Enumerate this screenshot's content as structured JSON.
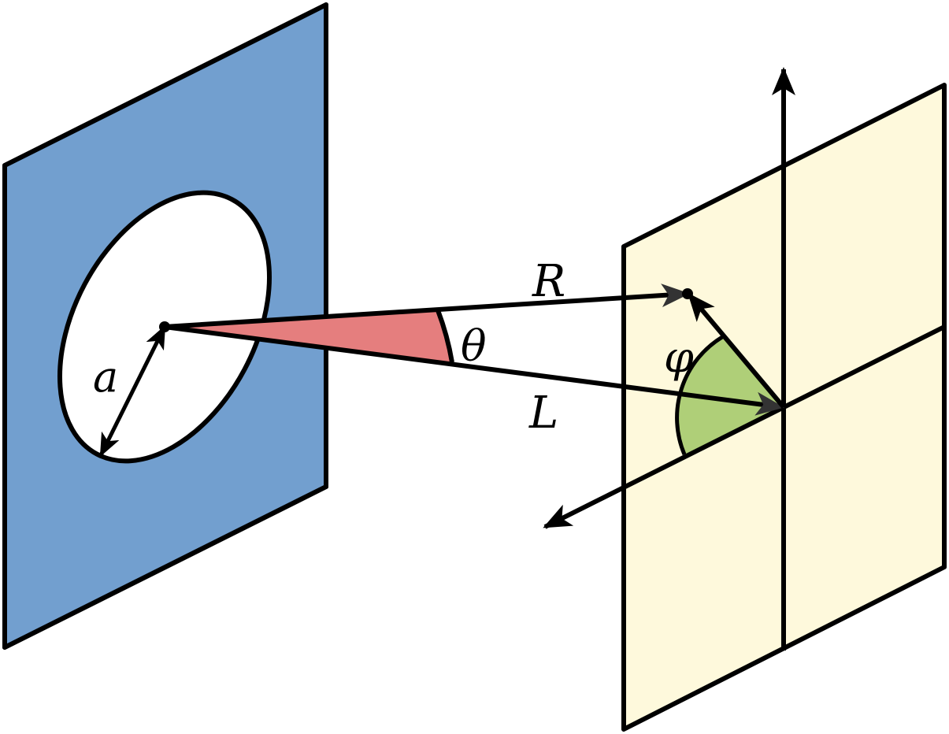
{
  "labels": {
    "aperture_radius": "a",
    "angle_theta": "θ",
    "angle_phi": "φ",
    "distance_R": "R",
    "distance_L": "L"
  },
  "colors": {
    "aperture_screen": "#729fcf",
    "observation_screen": "#fef9dc",
    "theta_wedge": "#e57e7e",
    "phi_wedge": "#afcf78",
    "stroke": "#000000"
  }
}
